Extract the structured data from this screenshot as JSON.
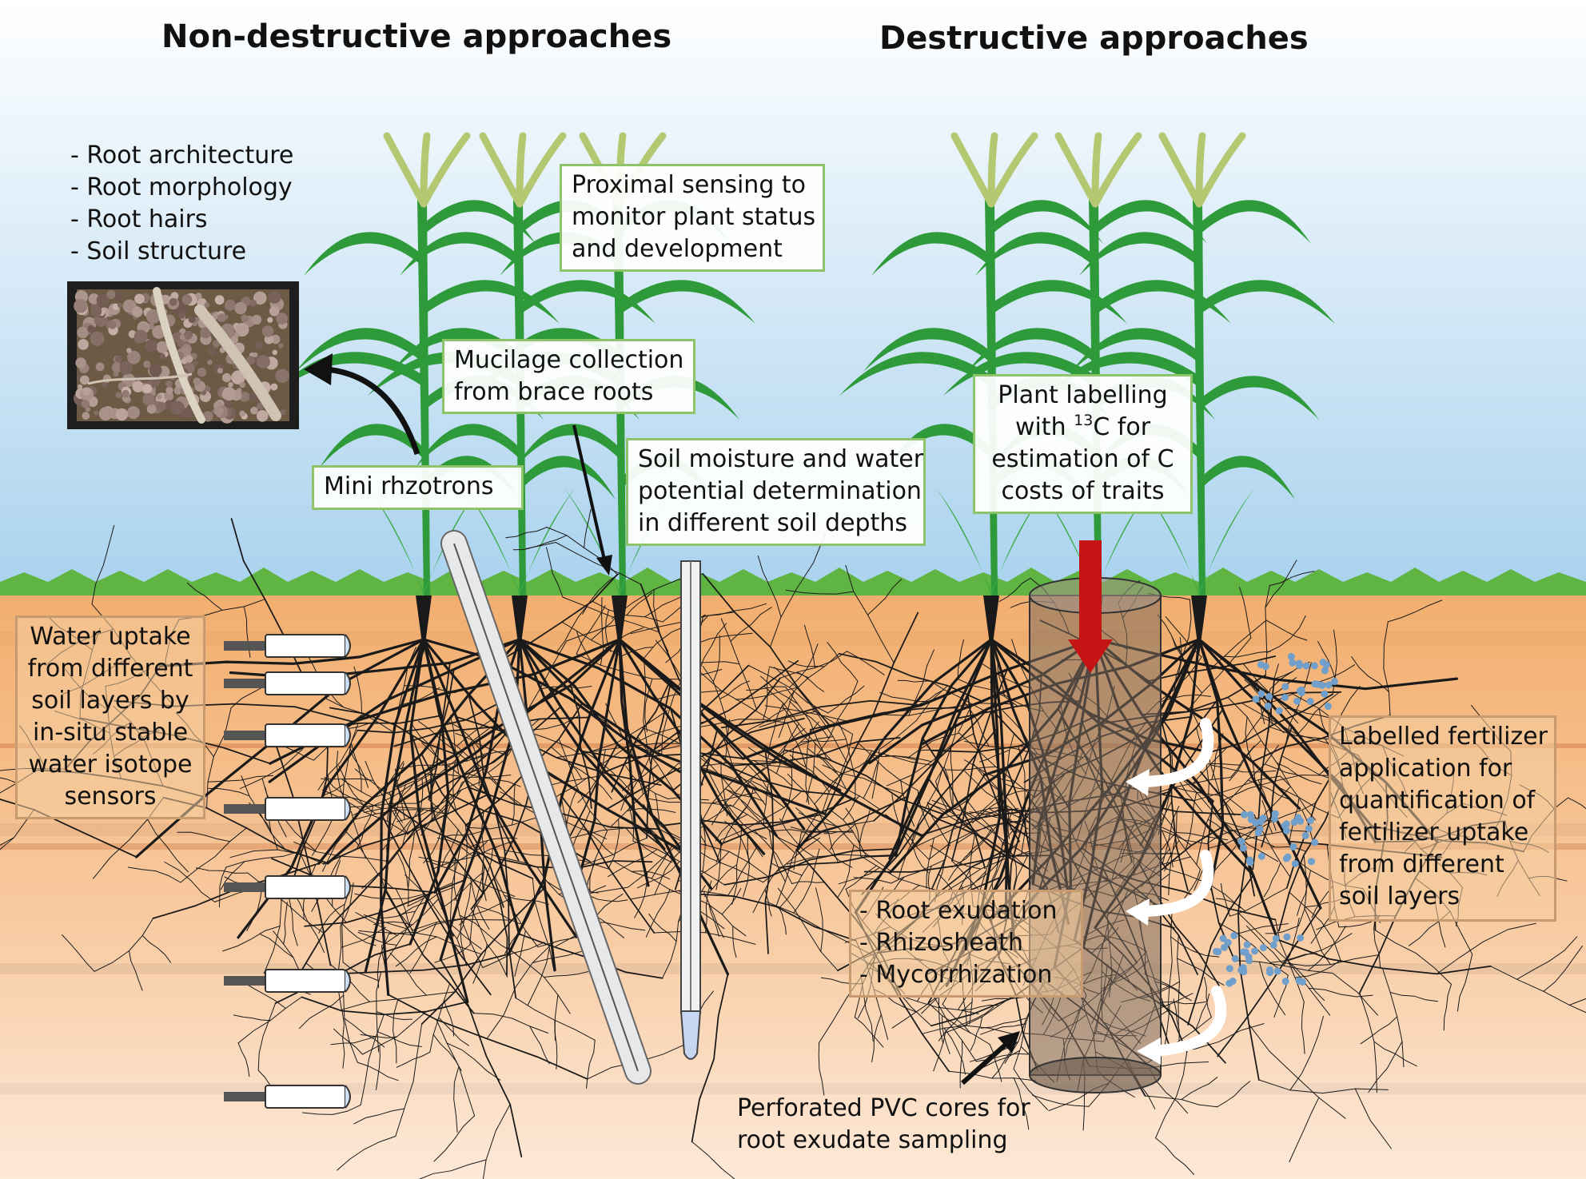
{
  "headings": {
    "non_destructive": "Non-destructive approaches",
    "destructive": "Destructive approaches"
  },
  "root_traits": [
    "- Root architecture",
    "- Root morphology",
    "- Root hairs",
    "- Soil structure"
  ],
  "labels": {
    "proximal_sensing": [
      "Proximal sensing to",
      "monitor plant status",
      "and development"
    ],
    "mucilage": [
      "Mucilage collection",
      "from brace roots"
    ],
    "mini_rhizotrons": "Mini rhzotrons",
    "soil_moisture": [
      "Soil moisture and water",
      "potential determination",
      "in different soil depths"
    ],
    "water_uptake": [
      "Water uptake",
      "from different",
      "soil layers by",
      "in-situ stable",
      "water isotope",
      "sensors"
    ],
    "plant_labelling": {
      "line1": "Plant labelling",
      "line2_prefix": "with ",
      "line2_sup": "13",
      "line2_suffix": "C for",
      "line3": "estimation of C",
      "line4": "costs of traits"
    },
    "fertilizer": [
      "Labelled fertilizer",
      "application for",
      "quantification of",
      "fertilizer uptake",
      "from different",
      "soil layers"
    ],
    "exudation": [
      "- Root exudation",
      "- Rhizosheath",
      "- Mycorrhization"
    ],
    "pvc": [
      "Perforated PVC cores for",
      "root exudate sampling"
    ]
  },
  "colors": {
    "sky_top": "#ffffff",
    "sky_bottom": "#a9d2ee",
    "grass": "#5fb442",
    "soil_top": "#f2ae6e",
    "soil_bottom": "#fde9d8",
    "plant_green": "#2e9a3a",
    "tassel": "#b4c872",
    "root": "#1a1a1a",
    "label_arrow": "#c41414",
    "fertilizer_dot": "#6f9fca",
    "green_border": "#8dc46a",
    "tan_border": "#c79a6f"
  }
}
